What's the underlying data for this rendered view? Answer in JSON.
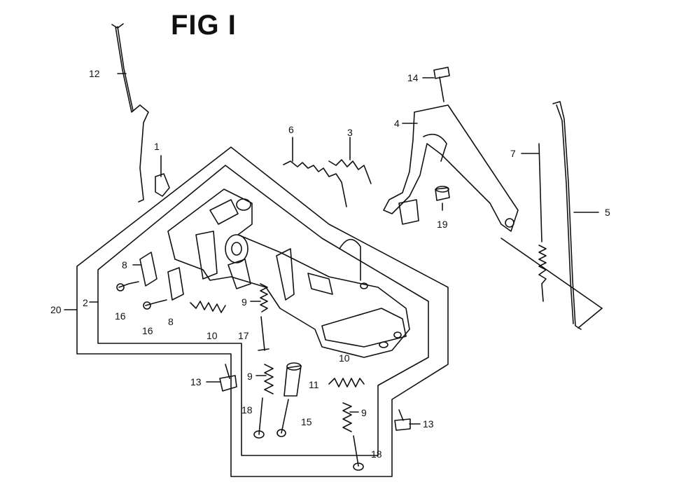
{
  "title": "FIG I",
  "callouts": {
    "c1": "1",
    "c2": "2",
    "c3": "3",
    "c4": "4",
    "c5": "5",
    "c6": "6",
    "c7": "7",
    "c8a": "8",
    "c8b": "8",
    "c9a": "9",
    "c9b": "9",
    "c9c": "9",
    "c10a": "10",
    "c10b": "10",
    "c11": "11",
    "c12": "12",
    "c13a": "13",
    "c13b": "13",
    "c14": "14",
    "c15": "15",
    "c16a": "16",
    "c16b": "16",
    "c17": "17",
    "c18a": "18",
    "c18b": "18",
    "c19": "19",
    "c20": "20"
  },
  "colors": {
    "ink": "#111111",
    "background": "#ffffff"
  }
}
